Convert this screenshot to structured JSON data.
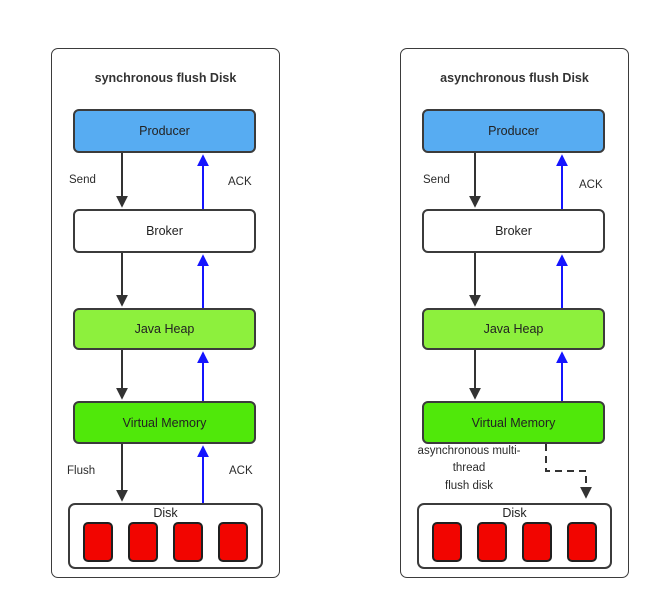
{
  "colors": {
    "producer_blue": "#57acf2",
    "java_heap_green": "#8df03d",
    "virtual_memory_green": "#50e80a",
    "disk_red": "#f20500",
    "ack_blue": "#1414ff",
    "arrow_black": "#333333",
    "box_border": "#3b3b3b"
  },
  "panels": [
    {
      "title": "synchronous flush Disk",
      "producer": "Producer",
      "broker": "Broker",
      "java_heap": "Java Heap",
      "virtual_memory": "Virtual Memory",
      "disk": "Disk",
      "send": "Send",
      "ack_top": "ACK",
      "flush": "Flush",
      "ack_bottom": "ACK"
    },
    {
      "title": "asynchronous flush Disk",
      "producer": "Producer",
      "broker": "Broker",
      "java_heap": "Java Heap",
      "virtual_memory": "Virtual Memory",
      "disk": "Disk",
      "send": "Send",
      "ack_top": "ACK",
      "flush_note": "asynchronous multi-\nthread\nflush disk"
    }
  ]
}
